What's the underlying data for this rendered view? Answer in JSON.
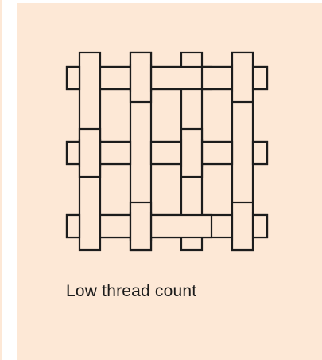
{
  "caption": {
    "text": "Low thread count"
  },
  "illustration": {
    "icon": "plain-weave-icon",
    "vertical_threads": 4,
    "horizontal_threads": 3,
    "colors": {
      "background": "#fde8d6",
      "thread_fill": "#fde8d6",
      "stroke": "#1c1c1c",
      "text": "#1c1c1c"
    }
  }
}
